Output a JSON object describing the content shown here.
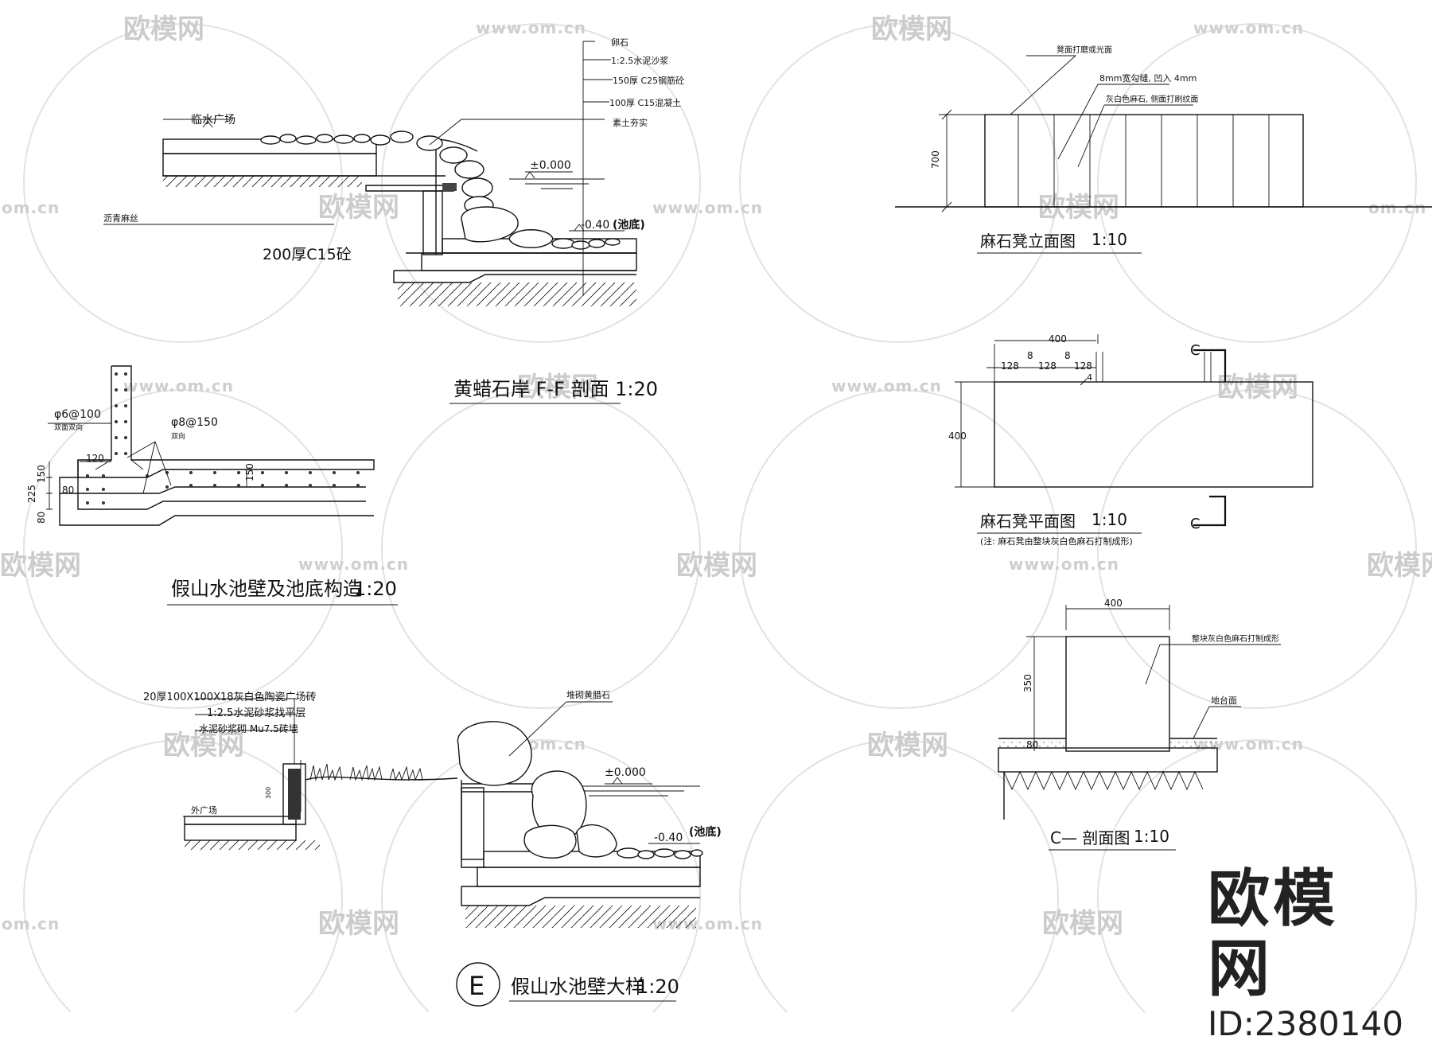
{
  "watermark": {
    "site_cn": "欧模网",
    "url": "www.om.cn",
    "url_short": "om.cn"
  },
  "brand": {
    "name": "欧模网",
    "id": "ID:2380140"
  },
  "section_f": {
    "layers": [
      "卵石",
      "1:2.5水泥沙浆",
      "150厚 C25钢筋砼",
      "100厚 C15混凝土",
      "素土夯实"
    ],
    "plaza_label": "临水广场",
    "left_label": "沥青麻丝",
    "thickness_label": "200厚C15砼",
    "level_water": "±0.000",
    "level_bottom": "-0.40",
    "bottom_note": "(池底)",
    "title": "黄蜡石岸   F-F  剖面   1:20"
  },
  "wall_construction": {
    "rebar_1": "φ6@100",
    "rebar_1_note": "双面双向",
    "rebar_2": "φ8@150",
    "rebar_2_note": "双向",
    "dim_120": "120",
    "dim_150a": "150",
    "dim_225": "225",
    "dim_80a": "80",
    "dim_80b": "80",
    "dim_150b": "150",
    "title": "假山水池壁及池底构造",
    "scale": "1:20"
  },
  "detail_e": {
    "layer_1": "20厚100X100X18灰白色陶瓷广场砖",
    "layer_2": "1:2.5水泥砂浆找平层",
    "layer_3": "水泥砂浆砌 Mu7.5砖墙",
    "stone_label": "堆砌黄腊石",
    "plaza_label": "外广场",
    "dim_300": "300",
    "level_water": "±0.000",
    "level_bottom": "-0.40",
    "bottom_note": "(池底)",
    "symbol": "E",
    "title": "假山水池壁大样",
    "scale": "1:20"
  },
  "bench_elevation": {
    "note_1": "凳面打磨或光面",
    "note_2": "8mm宽勾缝, 凹入  4mm",
    "note_3": "灰白色麻石, 侧面打刷纹面",
    "dim_700": "700",
    "title": "麻石凳立面图",
    "scale": "1:10"
  },
  "bench_plan": {
    "dim_total": "400",
    "dim_128a": "128",
    "dim_8a": "8",
    "dim_128b": "128",
    "dim_8b": "8",
    "dim_128c": "128",
    "dim_4": "4",
    "dim_400_side": "400",
    "section_mark_top": "C",
    "section_mark_bottom": "C",
    "title": "麻石凳平面图",
    "scale": "1:10",
    "note": "(注: 麻石凳由整块灰白色麻石打制成形)"
  },
  "section_c": {
    "dim_400": "400",
    "dim_350": "350",
    "dim_80": "80",
    "note_1": "整块灰白色麻石打制成形",
    "note_2": "地台面",
    "title": "C— 剖面图",
    "scale": "1:10"
  }
}
